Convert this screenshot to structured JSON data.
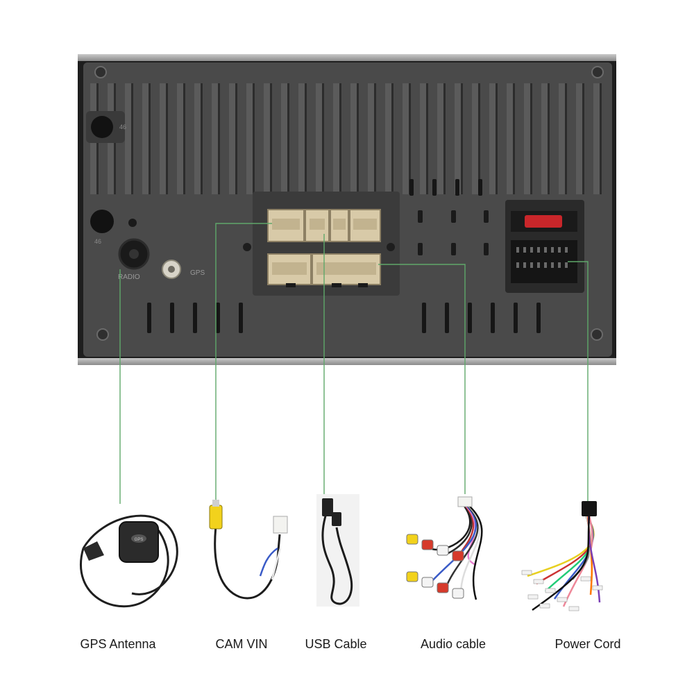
{
  "unit": {
    "markings": {
      "left_knockout": "46",
      "left_knockout_2": "46",
      "radio": "RADIO",
      "gps": "GPS"
    }
  },
  "accessories": [
    {
      "id": "gps-antenna",
      "label": "GPS Antenna",
      "device_text": "GPS"
    },
    {
      "id": "cam-vin",
      "label": "CAM VIN"
    },
    {
      "id": "usb-cable",
      "label": "USB Cable"
    },
    {
      "id": "audio-cable",
      "label": "Audio cable"
    },
    {
      "id": "power-cord",
      "label": "Power Cord"
    }
  ],
  "colors": {
    "panel": "#4a4a4a",
    "panel_dark": "#2b2b2b",
    "connector": "#d8caa8",
    "leader_line": "#5fa86a",
    "rca_yellow": "#f2d21c",
    "rca_red": "#d63a2b",
    "rca_white": "#f4f4f4",
    "fuse": "#c9262a"
  }
}
